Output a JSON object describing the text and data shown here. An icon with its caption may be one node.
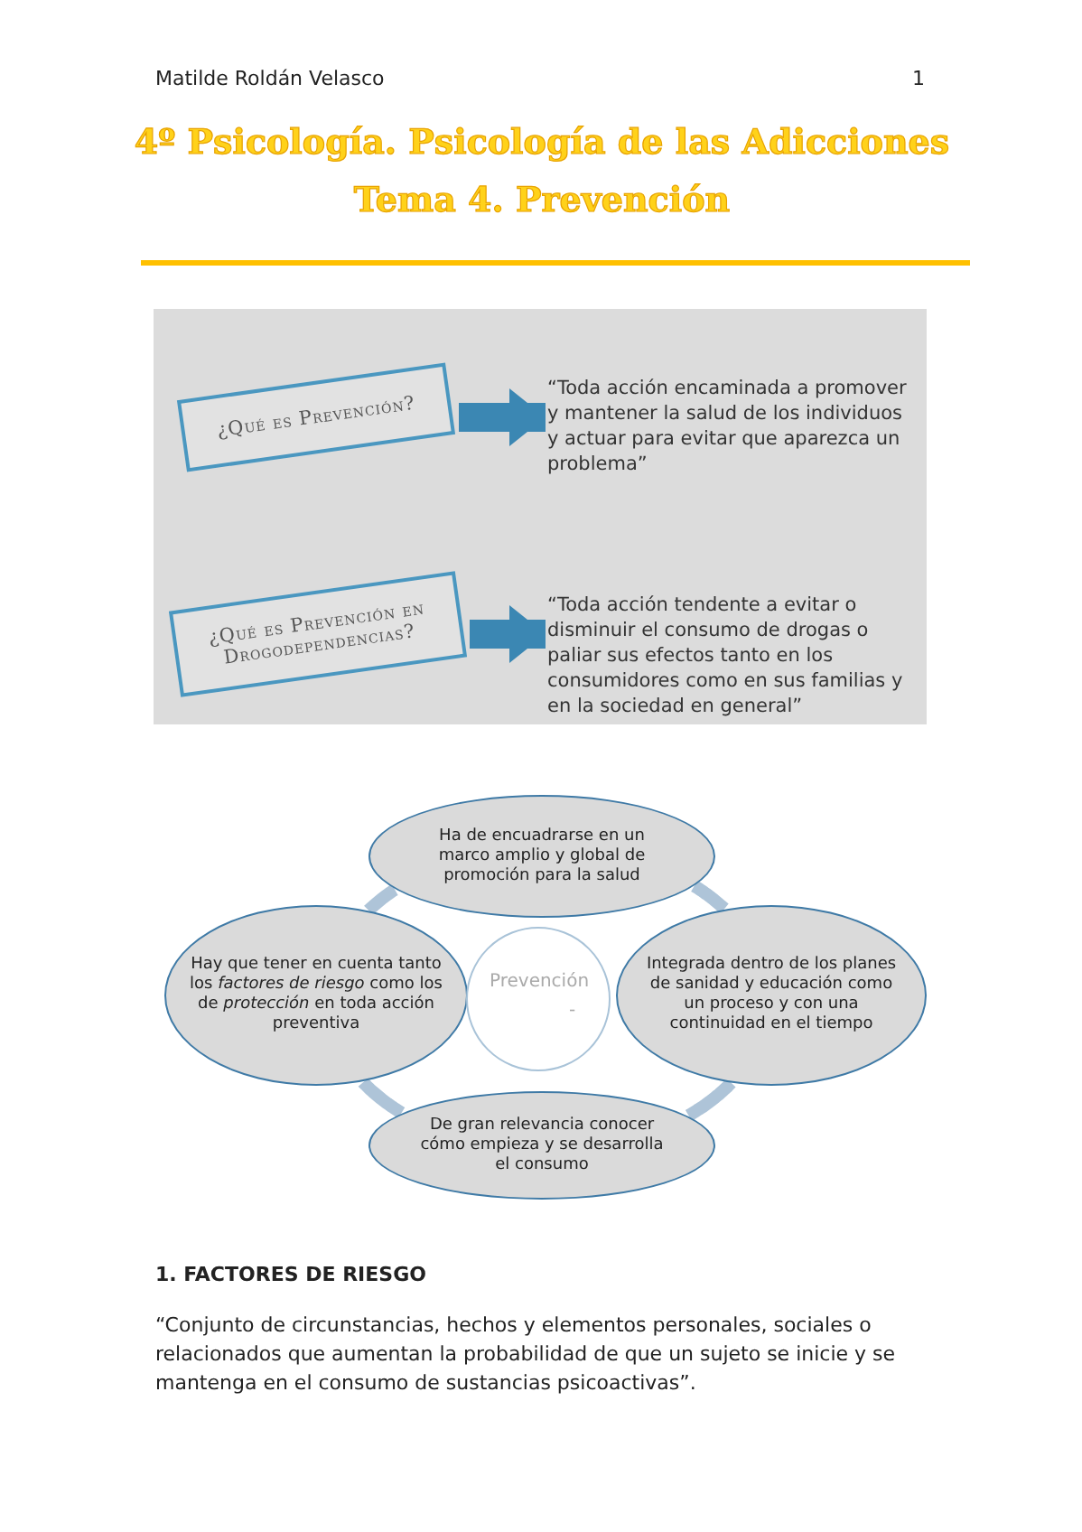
{
  "diagram": {
    "title": "4º Psicología. Psicología de las Adicciones",
    "nodes": [
      {
        "text": [
          "¿Qué es Prevención?"
        ]
      },
      {
        "text": [
          "“Toda acción encaminada a promover y mantener la salud de los individuos y actuar para evitar que aparezca un problema”"
        ]
      },
      {
        "text": [
          "¿Qué es Prevención en Drogodependencias?"
        ]
      },
      {
        "text": [
          "“Toda acción tendente a evitar o disminuir el consumo de drogas o paliar sus efectos tanto en los consumidores como en sus familias y en la sociedad en general”"
        ]
      },
      {
        "text": [
          "Ha de encuadrarse en un marco amplio y global de promoción para la salud"
        ]
      },
      {
        "text": [
          "Hay que tener en cuenta tanto los *factores de riesgo* como los de *protección* en toda acción preventiva"
        ]
      },
      {
        "text": [
          "Prevención",
          "-"
        ]
      },
      {
        "text": [
          "Integrada dentro de los planes de sanidad y educación como un proceso y con una continuidad en el tiempo"
        ]
      },
      {
        "text": [
          "De gran relevancia conocer cómo empieza y se desarrolla el consumo"
        ]
      }
    ],
    "edges": [
      {
        "from": 0,
        "to": 1,
        "arrow": "to",
        "style": "thick",
        "color": "#3b87b3"
      },
      {
        "from": 2,
        "to": 3,
        "arrow": "to",
        "style": "thick",
        "color": "#3b87b3"
      },
      {
        "from": 4,
        "to": 7,
        "arrow": "none"
      },
      {
        "from": 7,
        "to": 8,
        "arrow": "none"
      },
      {
        "from": 8,
        "to": 5,
        "arrow": "none"
      },
      {
        "from": 5,
        "to": 4,
        "arrow": "none"
      }
    ],
    "labels": [
      "Matilde Roldán Velasco",
      "1",
      "Tema 4. Prevención",
      "1. FACTORES DE RIESGO",
      "“Conjunto de circunstancias, hechos y elementos personales, sociales o relacionados que aumentan la probabilidad de que un sujeto se inicie y se mantenga en el consumo de sustancias psicoactivas”."
    ]
  }
}
